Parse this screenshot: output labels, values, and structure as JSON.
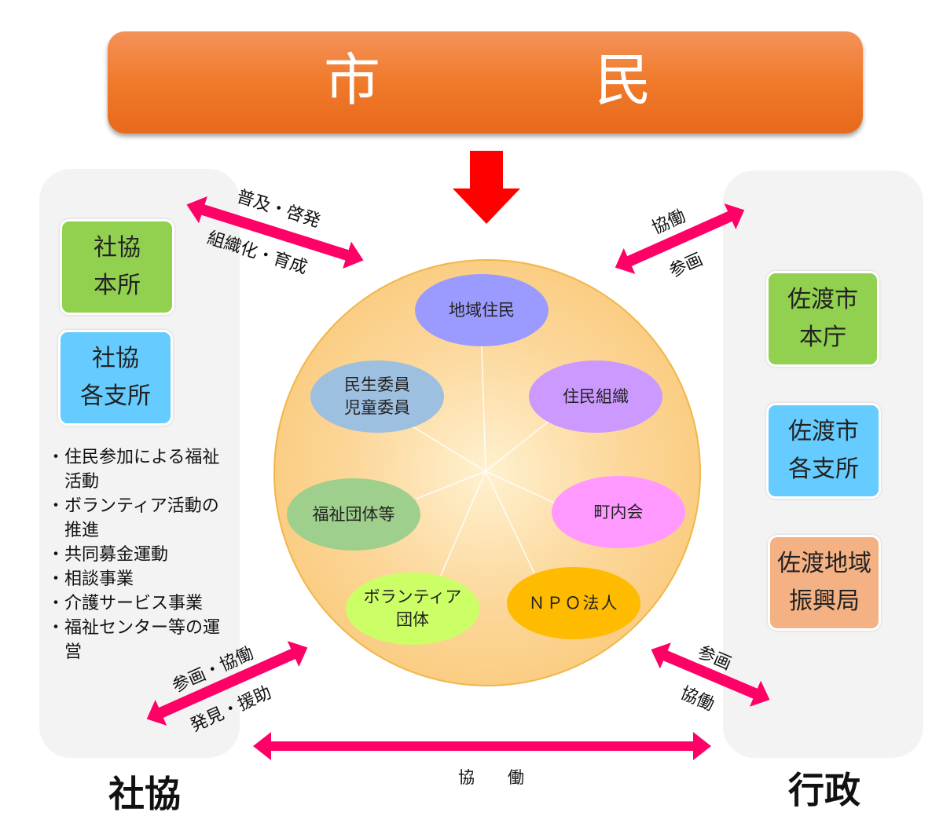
{
  "header": {
    "left": "市",
    "right": "民"
  },
  "left": {
    "boxes": [
      "社協\n本所",
      "社協\n各支所"
    ],
    "box1": [
      "社協",
      "本所"
    ],
    "box2": [
      "社協",
      "各支所"
    ],
    "bullets": [
      "住民参加による福祉活動",
      "ボランティア活動の推進",
      "共同募金運動",
      "相談事業",
      "介護サービス事業",
      "福祉センター等の運営"
    ],
    "footer": "社協"
  },
  "right": {
    "box1": [
      "佐渡市",
      "本庁"
    ],
    "box2": [
      "佐渡市",
      "各支所"
    ],
    "box3": [
      "佐渡地域",
      "振興局"
    ],
    "footer": "行政"
  },
  "circle": {
    "items": [
      "地域住民",
      "民生委員\n児童委員",
      "住民組織",
      "福祉団体等",
      "町内会",
      "ボランティア\n団体",
      "ＮＰＯ法人"
    ],
    "i0": "地域住民",
    "i1a": "民生委員",
    "i1b": "児童委員",
    "i2": "住民組織",
    "i3": "福祉団体等",
    "i4": "町内会",
    "i5a": "ボランティア",
    "i5b": "団体",
    "i6": "ＮＰＯ法人"
  },
  "arrows": {
    "top_left": {
      "upper": "普及・啓発",
      "lower": "組織化・育成"
    },
    "top_right": {
      "upper": "協働",
      "lower": "参画"
    },
    "bottom_left": {
      "upper": "参画・協働",
      "lower": "発見・援助"
    },
    "bottom_right": {
      "upper": "参画",
      "lower": "協働"
    },
    "bottom": "協　　働"
  },
  "colors": {
    "arrow": "#ff0066",
    "down_arrow": "#ff0000",
    "header": "#f07a2a"
  }
}
